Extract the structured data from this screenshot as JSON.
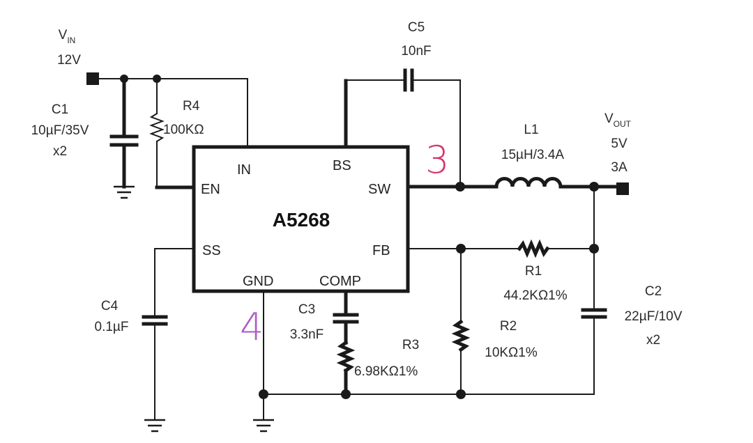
{
  "chip": {
    "name": "A5268",
    "pins": {
      "in": "IN",
      "en": "EN",
      "ss": "SS",
      "gnd": "GND",
      "bs": "BS",
      "sw": "SW",
      "fb": "FB",
      "comp": "COMP"
    }
  },
  "vin": {
    "main": "V",
    "sub": "IN",
    "value": "12V"
  },
  "vout": {
    "main": "V",
    "sub": "OUT",
    "voltage": "5V",
    "current": "3A"
  },
  "components": {
    "c1": {
      "ref": "C1",
      "value": "10µF/35V",
      "qty": "x2"
    },
    "r4": {
      "ref": "R4",
      "value": "100KΩ"
    },
    "c5": {
      "ref": "C5",
      "value": "10nF"
    },
    "l1": {
      "ref": "L1",
      "value": "15µH/3.4A"
    },
    "r1": {
      "ref": "R1",
      "value": "44.2KΩ1%"
    },
    "c2": {
      "ref": "C2",
      "value": "22µF/10V",
      "qty": "x2"
    },
    "r2": {
      "ref": "R2",
      "value": "10KΩ1%"
    },
    "r3": {
      "ref": "R3",
      "value": "6.98KΩ1%"
    },
    "c3": {
      "ref": "C3",
      "value": "3.3nF"
    },
    "c4": {
      "ref": "C4",
      "value": "0.1µF"
    }
  },
  "annotations": [
    {
      "text": "3",
      "color": "#d6336c"
    },
    {
      "text": "4",
      "color": "#b05cc8"
    }
  ]
}
